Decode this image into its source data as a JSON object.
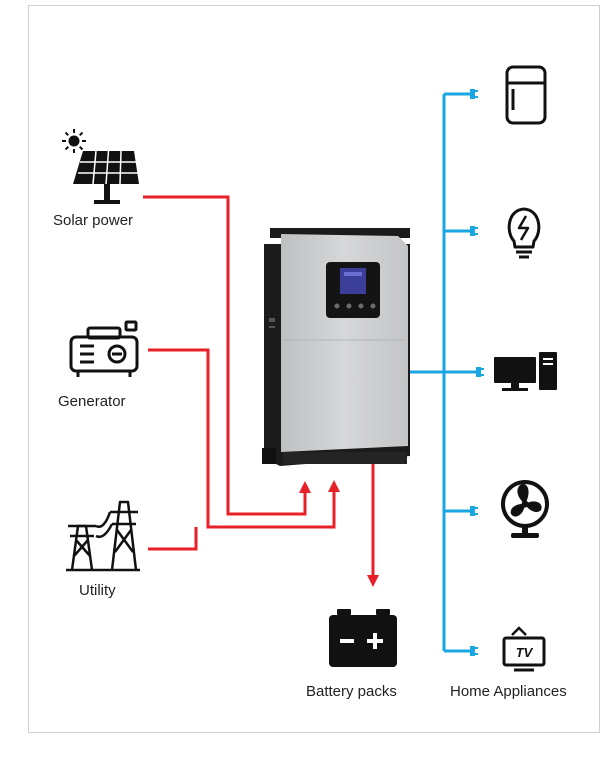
{
  "labels": {
    "solar": "Solar power",
    "generator": "Generator",
    "utility": "Utility",
    "battery": "Battery packs",
    "appliances": "Home Appliances"
  },
  "icons": {
    "sources": [
      "sun-icon",
      "solar-panel-icon",
      "generator-icon",
      "power-tower-icon"
    ],
    "appliances": [
      "refrigerator-icon",
      "light-bulb-icon",
      "desktop-computer-icon",
      "fan-icon",
      "tv-icon"
    ],
    "battery": "battery-icon",
    "device": "inverter-unit"
  },
  "tv_icon_text": "TV",
  "colors": {
    "input_line": "#e8202a",
    "output_line": "#1aa6e2",
    "icon": "#111111",
    "inverter_body": "#c9cacb",
    "inverter_frame": "#1b1b1b"
  }
}
